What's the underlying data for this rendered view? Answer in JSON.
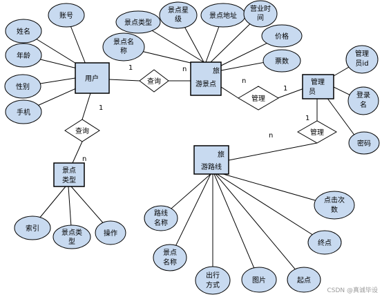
{
  "entities": {
    "user": "用户",
    "spot_line1": "旅",
    "spot_line2": "游景点",
    "admin_line1": "管理",
    "admin_line2": "员",
    "route_line1": "旅",
    "route_line2": "游路线",
    "category_line1": "景点",
    "category_line2": "类型"
  },
  "relationships": {
    "user_spot": "查询",
    "spot_admin": "管理",
    "user_category": "查询",
    "admin_route": "管理"
  },
  "attributes": {
    "user": [
      "账号",
      "姓名",
      "年龄",
      "性别",
      "手机"
    ],
    "spot": [
      {
        "l1": "景点类型",
        "l2": ""
      },
      {
        "l1": "景点星",
        "l2": "级"
      },
      {
        "l1": "景点地址",
        "l2": ""
      },
      {
        "l1": "营业时",
        "l2": "间"
      },
      {
        "l1": "景点名",
        "l2": "称"
      },
      {
        "l1": "价格",
        "l2": ""
      },
      {
        "l1": "票数",
        "l2": ""
      }
    ],
    "admin": [
      {
        "l1": "管理",
        "l2": "员id"
      },
      {
        "l1": "登录",
        "l2": "名"
      },
      {
        "l1": "密码",
        "l2": ""
      }
    ],
    "category": [
      {
        "l1": "索引",
        "l2": ""
      },
      {
        "l1": "景点类",
        "l2": "型"
      },
      {
        "l1": "操作",
        "l2": ""
      }
    ],
    "route": [
      {
        "l1": "路线",
        "l2": "名称"
      },
      {
        "l1": "景点",
        "l2": "名称"
      },
      {
        "l1": "出行",
        "l2": "方式"
      },
      {
        "l1": "图片",
        "l2": ""
      },
      {
        "l1": "起点",
        "l2": ""
      },
      {
        "l1": "终点",
        "l2": ""
      },
      {
        "l1": "点击次",
        "l2": "数"
      }
    ]
  },
  "cardinality": {
    "user_spot_user": "1",
    "user_spot_spot": "n",
    "spot_admin_spot": "n",
    "spot_admin_admin": "1",
    "user_category_user": "1",
    "user_category_cat": "n",
    "admin_route_admin": "1",
    "admin_route_route": "n"
  },
  "watermark": "CSDN @真诚毕设",
  "colors": {
    "ellipse_fill": "#c8daf0",
    "entity_fill": "#c8daf0",
    "diamond_fill": "#ffffff",
    "stroke": "#000000"
  }
}
